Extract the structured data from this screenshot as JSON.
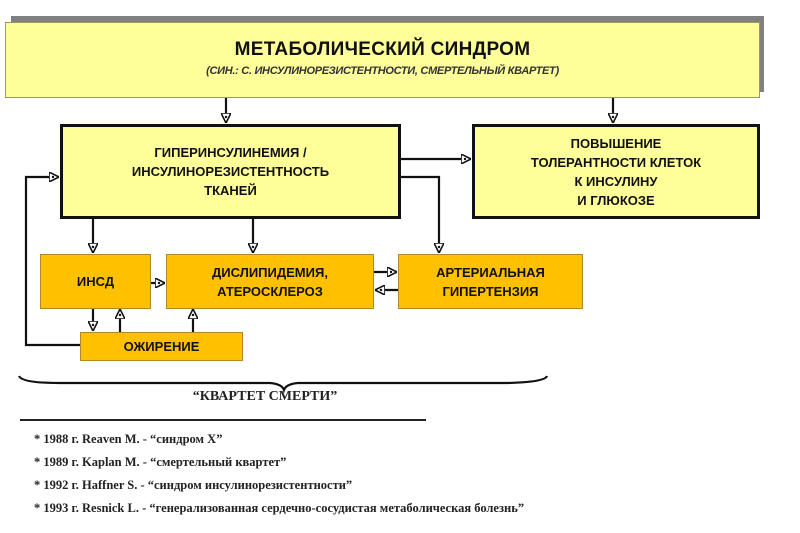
{
  "title_box": {
    "title": "МЕТАБОЛИЧЕСКИЙ СИНДРОМ",
    "subtitle": "(СИН.: С. ИНСУЛИНОРЕЗИСТЕНТНОСТИ, СМЕРТЕЛЬНЫЙ КВАРТЕТ)"
  },
  "nodes": {
    "hyperinsulinemia": [
      "ГИПЕРИНСУЛИНЕМИЯ /",
      "ИНСУЛИНОРЕЗИСТЕНТНОСТЬ",
      "ТКАНЕЙ"
    ],
    "tolerance": [
      "ПОВЫШЕНИЕ",
      "ТОЛЕРАНТНОСТИ КЛЕТОК",
      "К ИНСУЛИНУ",
      "И ГЛЮКОЗЕ"
    ],
    "insd": [
      "ИНСД"
    ],
    "dyslipidemia": [
      "ДИСЛИПИДЕМИЯ,",
      "АТЕРОСКЛЕРОЗ"
    ],
    "hypertension": [
      "АРТЕРИАЛЬНАЯ",
      "ГИПЕРТЕНЗИЯ"
    ],
    "obesity": [
      "ОЖИРЕНИЕ"
    ]
  },
  "edges": [
    {
      "from": "title_box",
      "to": "hyperinsulinemia"
    },
    {
      "from": "title_box",
      "to": "tolerance"
    },
    {
      "from": "hyperinsulinemia",
      "to": "tolerance"
    },
    {
      "from": "hyperinsulinemia",
      "to": "insd"
    },
    {
      "from": "hyperinsulinemia",
      "to": "dyslipidemia"
    },
    {
      "from": "hyperinsulinemia",
      "to": "hypertension"
    },
    {
      "from": "insd",
      "to": "dyslipidemia"
    },
    {
      "from": "dyslipidemia",
      "to": "hypertension"
    },
    {
      "from": "hypertension",
      "to": "dyslipidemia"
    },
    {
      "from": "insd",
      "to": "obesity"
    },
    {
      "from": "obesity",
      "to": "insd"
    },
    {
      "from": "obesity",
      "to": "dyslipidemia"
    },
    {
      "from": "obesity",
      "to": "hyperinsulinemia"
    }
  ],
  "brace_caption": "“КВАРТЕТ СМЕРТИ”",
  "references": [
    "* 1988 г. Reaven M. - “синдром Х”",
    "* 1989 г. Kaplan M. - “смертельный квартет”",
    "* 1992 г. Haffner S. - “синдром инсулинорезистентности”",
    "* 1993 г. Resnick L. - “генерализованная сердечно-сосудистая метаболическая болезнь”"
  ],
  "colors": {
    "light_box": "#ffff99",
    "orange_box": "#ffc000",
    "shadow": "#808080"
  }
}
